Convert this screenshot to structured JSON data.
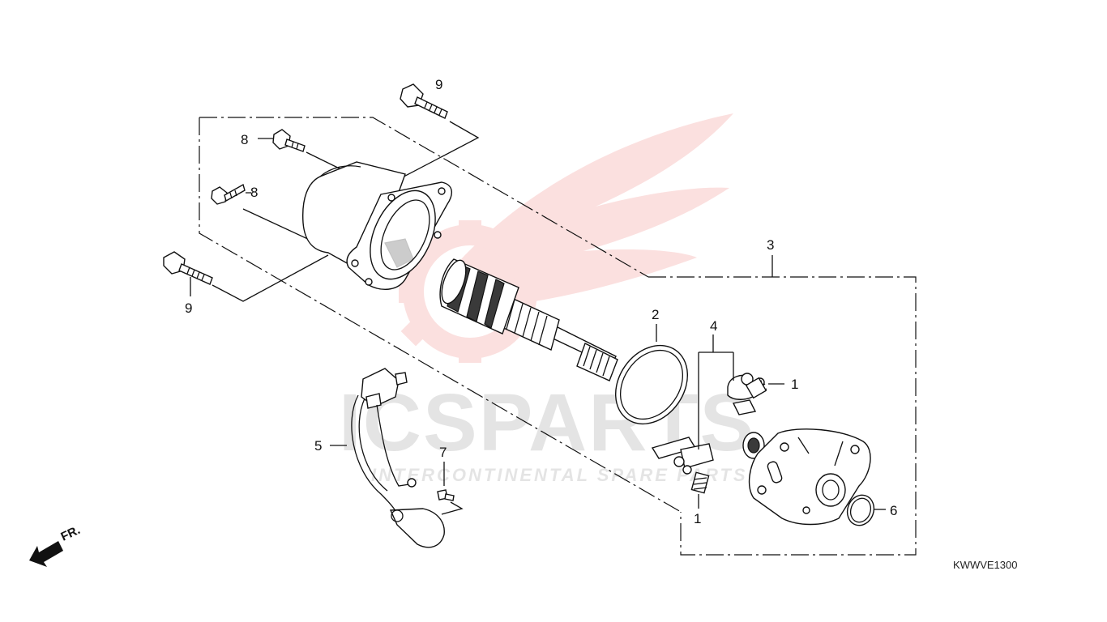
{
  "diagram": {
    "code": "KWWVE1300",
    "front_label": "FR.",
    "callouts": {
      "c1a": "1",
      "c1b": "1",
      "c2": "2",
      "c3": "3",
      "c4": "4",
      "c5": "5",
      "c6": "6",
      "c7": "7",
      "c8a": "8",
      "c8b": "8",
      "c9a": "9",
      "c9b": "9"
    }
  },
  "watermark": {
    "brand": "ICSPARTS",
    "tagline": "INTERCONTINENTAL SPARE PARTS",
    "color": "#e53935"
  }
}
